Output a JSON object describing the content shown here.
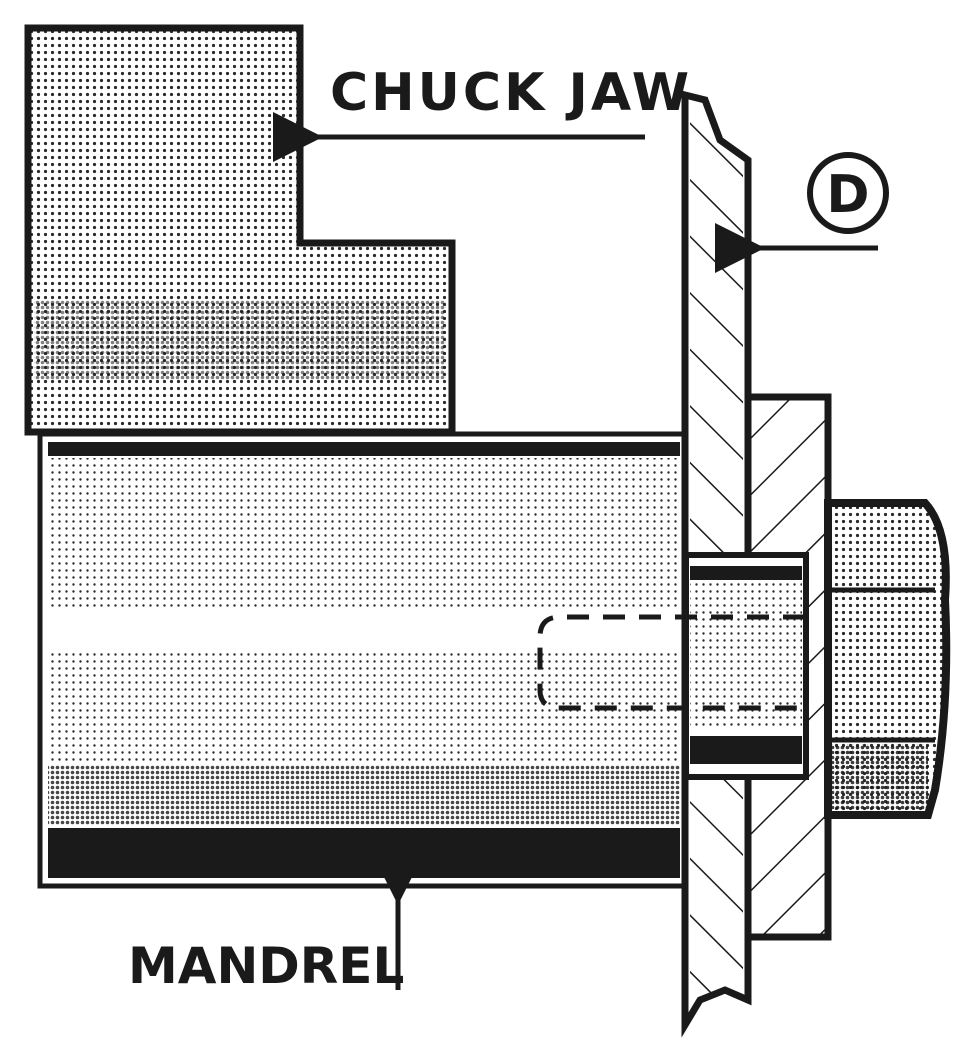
{
  "diagram": {
    "type": "mechanical cross-section",
    "labels": {
      "chuck_jaw": "CHUCK JAW",
      "mandrel": "MANDREL",
      "callout_d": "D"
    },
    "parts": [
      "chuck jaw",
      "mandrel",
      "workpiece (D)",
      "washer",
      "bushing",
      "nut",
      "bolt (hidden)"
    ],
    "colors": {
      "ink": "#1a1a1a",
      "paper": "#ffffff",
      "stipple": "#2a2a2a"
    }
  }
}
